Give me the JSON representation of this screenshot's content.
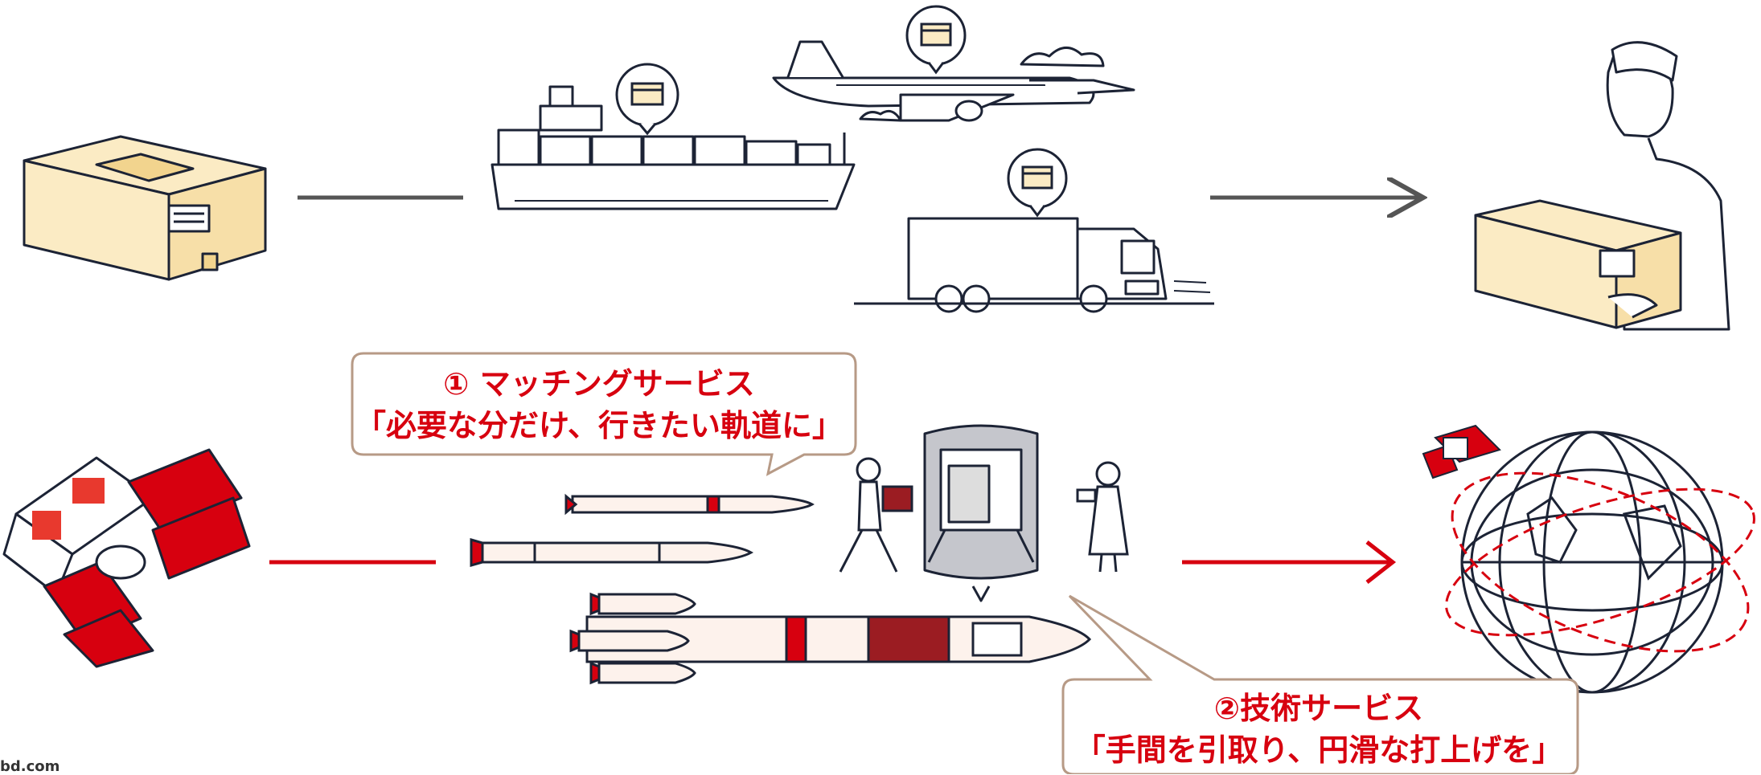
{
  "colors": {
    "accent_red": "#d7000f",
    "line_dark": "#1c2335",
    "box_fill": "#fbebc4",
    "callout_border": "#b79a86",
    "arrow_gray": "#555555",
    "rocket_fill": "#fdf2ec"
  },
  "row_conventional": {
    "items": [
      "cardboard-box",
      "cargo-ship",
      "airplane",
      "truck",
      "person-receiving-box"
    ]
  },
  "row_space": {
    "items": [
      "satellite",
      "small-rocket",
      "medium-rocket",
      "large-rocket",
      "satellite-fairing",
      "globe-with-orbits"
    ]
  },
  "callouts": {
    "matching": {
      "line1": "① マッチングサービス",
      "line2": "「必要な分だけ、行きたい軌道に」"
    },
    "technical": {
      "line1": "②技術サービス",
      "line2": "「手間を引取り、円滑な打上げを」"
    }
  },
  "footer": {
    "watermark": "bd.com"
  }
}
